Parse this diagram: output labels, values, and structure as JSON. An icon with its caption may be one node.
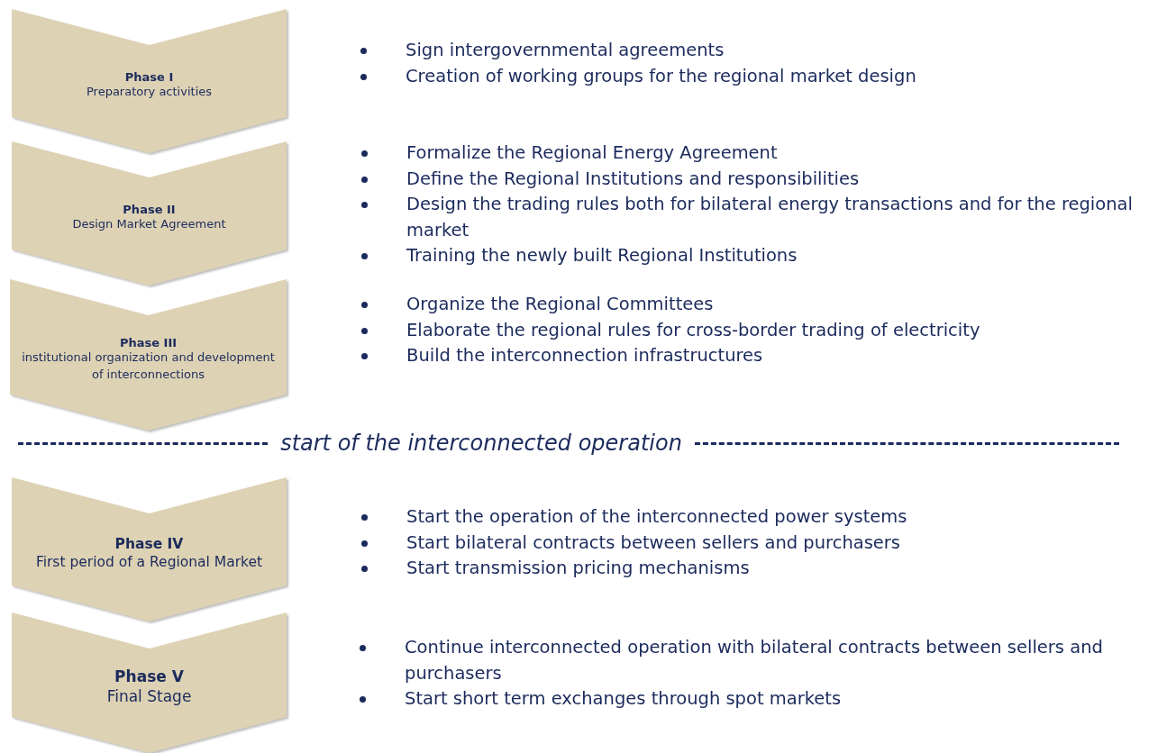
{
  "diagram": {
    "nodes": [
      {
        "text": [
          "Phase I",
          "Preparatory activities"
        ],
        "beside": [
          "Sign intergovernmental agreements",
          "Creation of working groups for the regional market design"
        ]
      },
      {
        "text": [
          "Phase II",
          "Design Market Agreement"
        ],
        "beside": [
          "Formalize the Regional Energy Agreement",
          "Define the Regional Institutions and responsibilities",
          "Design the trading rules both for bilateral energy transactions and for the regional market",
          "Training the newly built Regional Institutions"
        ]
      },
      {
        "text": [
          "Phase III",
          "institutional organization and development of interconnections"
        ],
        "beside": [
          "Organize the Regional Committees",
          "Elaborate the regional rules for cross-border trading of electricity",
          "Build the interconnection infrastructures"
        ]
      },
      {
        "text": [
          "Phase IV",
          "First period of a Regional Market"
        ],
        "beside": [
          "Start the operation of the interconnected power systems",
          "Start bilateral contracts between sellers and purchasers",
          "Start transmission pricing mechanisms"
        ]
      },
      {
        "text": [
          "Phase V",
          "Final Stage"
        ],
        "beside": [
          "Continue interconnected operation with bilateral contracts between sellers and purchasers",
          "Start short term exchanges through spot markets"
        ]
      }
    ],
    "labels": [
      "start of the interconnected operation"
    ]
  }
}
